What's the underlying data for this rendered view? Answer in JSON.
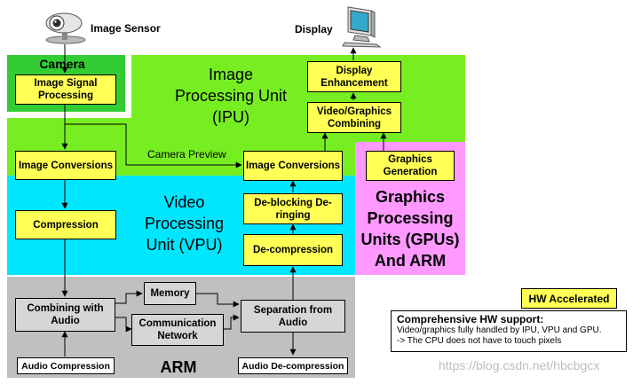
{
  "labels": {
    "image_sensor": "Image Sensor",
    "display": "Display",
    "camera_preview": "Camera Preview",
    "watermark": "https://blog.csdn.net/hbcbgcx"
  },
  "regions": {
    "camera": "Camera",
    "ipu": "Image Processing Unit (IPU)",
    "vpu": "Video Processing Unit (VPU)",
    "gpu": "Graphics Processing Units (GPUs) And ARM",
    "arm": "ARM"
  },
  "boxes": {
    "image_signal_processing": "Image Signal Processing",
    "image_conversions_left": "Image Conversions",
    "compression": "Compression",
    "combining_with_audio": "Combining with Audio",
    "audio_compression": "Audio Compression",
    "memory": "Memory",
    "communication_network": "Communication Network",
    "separation_from_audio": "Separation from Audio",
    "audio_decompression": "Audio De-compression",
    "decompression": "De-compression",
    "deblocking_deringing": "De-blocking De-ringing",
    "image_conversions_right": "Image Conversions",
    "video_graphics_combining": "Video/Graphics Combining",
    "display_enhancement": "Display Enhancement",
    "graphics_generation": "Graphics Generation"
  },
  "legend": {
    "hw_accelerated": "HW Accelerated",
    "title": "Comprehensive HW support:",
    "line1": "Video/graphics fully handled by IPU, VPU and GPU.",
    "line2": "-> The CPU does not have to touch pixels"
  },
  "colors": {
    "camera": "#33cc33",
    "ipu": "#77ee22",
    "vpu": "#00e6ff",
    "gpu": "#ff99ff",
    "arm": "#c0c0c0",
    "box_yellow": "#ffff55"
  },
  "icons": [
    "camera-icon",
    "monitor-icon"
  ]
}
